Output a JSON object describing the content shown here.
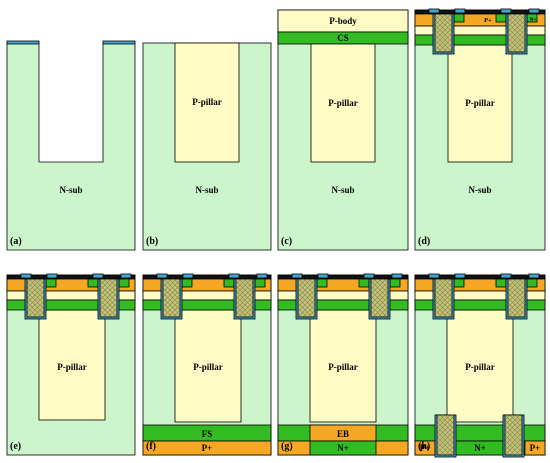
{
  "colors": {
    "nsub": "#CCF5CC",
    "pillar": "#FFFBC5",
    "cs": "#33BB22",
    "pplus": "#F5A824",
    "nplus": "#33BB22",
    "oxide": "#3FA8D0",
    "gate": "#C8C080",
    "metal": "#111111",
    "stroke": "#000000"
  },
  "panels": [
    {
      "label": "(a)",
      "sub": "N-sub",
      "pillar": ""
    },
    {
      "label": "(b)",
      "sub": "N-sub",
      "pillar": "P-pillar"
    },
    {
      "label": "(c)",
      "sub": "N-sub",
      "pillar": "P-pillar",
      "body": "P-body",
      "cs": "CS"
    },
    {
      "label": "(d)",
      "sub": "N-sub",
      "pillar": "P-pillar",
      "pplus_top": "P+",
      "nplus_top": "N+"
    },
    {
      "label": "(e)",
      "pillar": "P-pillar"
    },
    {
      "label": "(f)",
      "pillar": "P-pillar",
      "layer1": "FS",
      "layer2": "P+"
    },
    {
      "label": "(g)",
      "pillar": "P-pillar",
      "layer1": "EB",
      "layer2": "N+"
    },
    {
      "label": "(h)",
      "pillar": "P-pillar",
      "bottom_left": "P+",
      "bottom_mid": "N+",
      "bottom_right": "P+"
    }
  ]
}
